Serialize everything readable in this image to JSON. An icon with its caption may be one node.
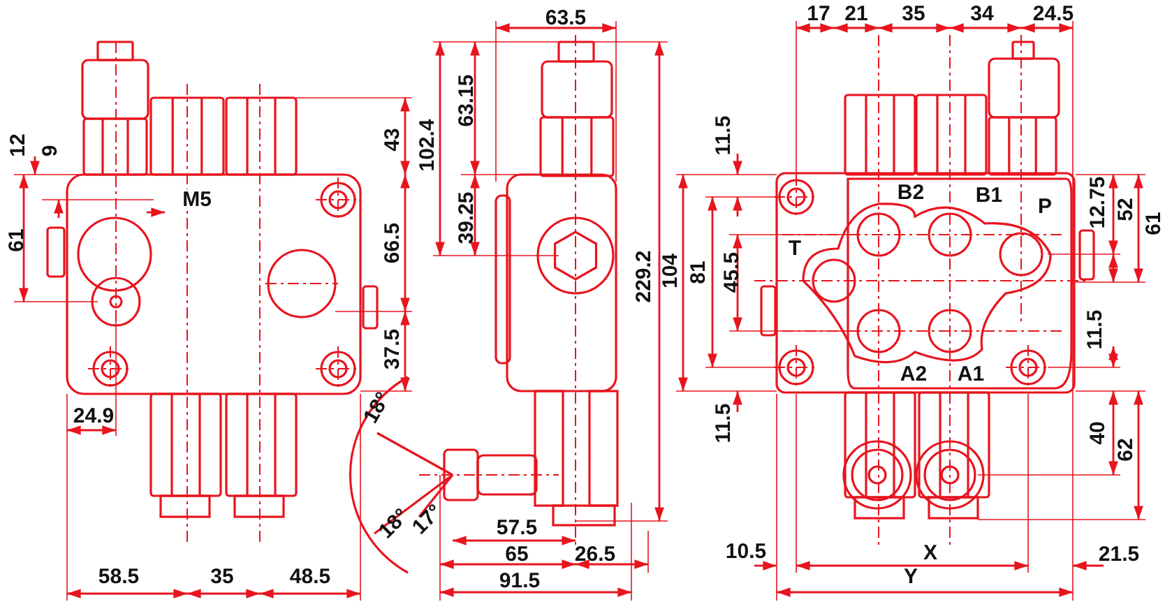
{
  "diagram": {
    "labels": [
      "12",
      "9",
      "M5",
      "61",
      "43",
      "66.5",
      "37.5",
      "24.9",
      "18°",
      "18°",
      "58.5",
      "35",
      "48.5",
      "63.5",
      "63.15",
      "102.4",
      "39.25",
      "229.2",
      "104",
      "17°",
      "57.5",
      "65",
      "26.5",
      "91.5",
      "17",
      "21",
      "35",
      "34",
      "24.5",
      "11.5",
      "B2",
      "B1",
      "P",
      "12.75",
      "52",
      "61",
      "T",
      "81",
      "45.5",
      "11.5",
      "A2",
      "A1",
      "11.5",
      "40",
      "62",
      "10.5",
      "X",
      "21.5",
      "Y"
    ]
  }
}
